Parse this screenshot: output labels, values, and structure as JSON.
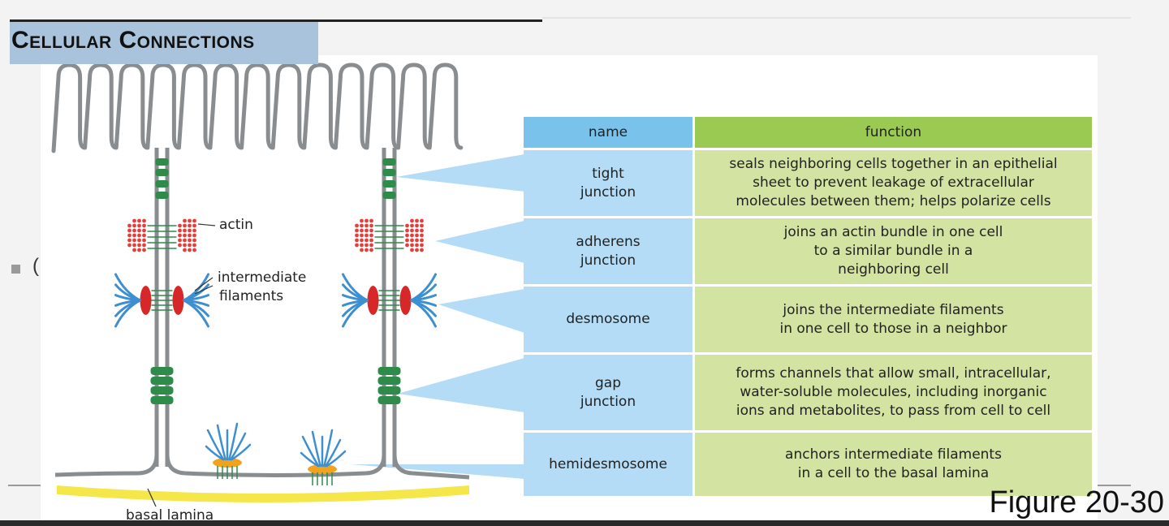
{
  "slide": {
    "title": "Cellular Connections",
    "bullet_text": "(",
    "figure_caption": "Figure 20-30"
  },
  "diagram": {
    "labels": {
      "actin": "actin",
      "intermediate_1": "intermediate",
      "intermediate_2": "filaments",
      "basal_lamina": "basal lamina"
    },
    "colors": {
      "membrane": "#8a8d90",
      "tight_junction": "#2e8b4a",
      "actin": "#e0403e",
      "intermediate_filaments": "#3d8fd1",
      "desmosome_plaque": "#d62828",
      "hemidesmosome_plaque": "#f2a31b",
      "basal_lamina": "#f5e64a",
      "callout": "#b4dcf6"
    }
  },
  "table": {
    "headers": {
      "name": "name",
      "function": "function"
    },
    "rows": [
      {
        "name": [
          "tight",
          "junction"
        ],
        "function": [
          "seals neighboring cells together in an epithelial",
          "sheet to prevent leakage of extracellular",
          "molecules between them; helps polarize cells"
        ]
      },
      {
        "name": [
          "adherens",
          "junction"
        ],
        "function": [
          "joins an actin bundle in one cell",
          "to a similar bundle in a",
          "neighboring cell"
        ]
      },
      {
        "name": [
          "desmosome"
        ],
        "function": [
          "joins the intermediate filaments",
          "in one cell to those in a neighbor"
        ]
      },
      {
        "name": [
          "gap",
          "junction"
        ],
        "function": [
          "forms channels that allow small, intracellular,",
          "water-soluble molecules, including inorganic",
          "ions and metabolites, to pass from cell to cell"
        ]
      },
      {
        "name": [
          "hemidesmosome"
        ],
        "function": [
          "anchors intermediate filaments",
          "in a cell to the basal lamina"
        ]
      }
    ],
    "colors": {
      "name_header": "#78c2ec",
      "function_header": "#9bca53",
      "name_cell": "#b4dcf6",
      "function_cell": "#d2e3a2"
    }
  }
}
